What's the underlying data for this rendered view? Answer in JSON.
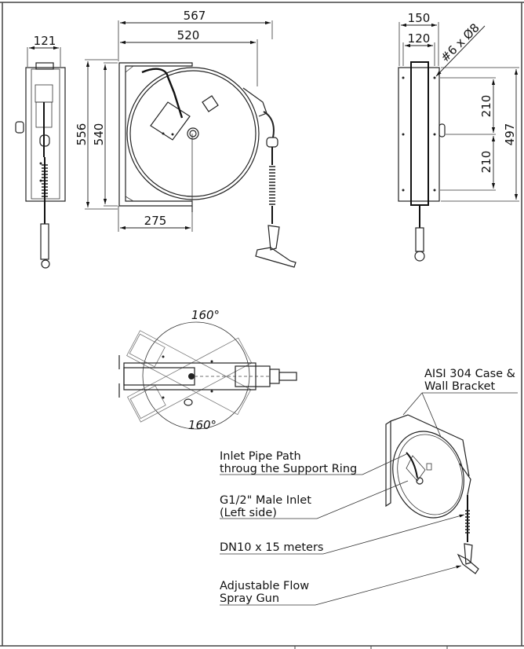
{
  "drawing": {
    "title": "Hose Reel Technical Drawing",
    "views": {
      "side_view": {
        "dimensions": {
          "width": "121"
        }
      },
      "front_view": {
        "dimensions": {
          "overall_width": "567",
          "reel_width": "520",
          "overall_height": "556",
          "reel_height": "540",
          "bracket_width": "275"
        }
      },
      "rear_view": {
        "dimensions": {
          "bracket_width": "150",
          "hole_spacing": "120",
          "mounting_holes": "#6 x Ø8",
          "upper_spacing": "210",
          "lower_spacing": "210",
          "bracket_height": "497"
        }
      },
      "top_view": {
        "swing_angle_top": "160°",
        "swing_angle_bottom": "160°"
      },
      "isometric_view": {
        "callouts": [
          {
            "line1": "AISI 304 Case &",
            "line2": "Wall Bracket"
          },
          {
            "line1": "Inlet Pipe Path",
            "line2": "throug the Support Ring"
          },
          {
            "line1": "G1/2\" Male Inlet",
            "line2": "(Left side)"
          },
          {
            "line1": "DN10 x 15 meters",
            "line2": ""
          },
          {
            "line1": "Adjustable Flow",
            "line2": "Spray Gun"
          }
        ]
      }
    }
  }
}
